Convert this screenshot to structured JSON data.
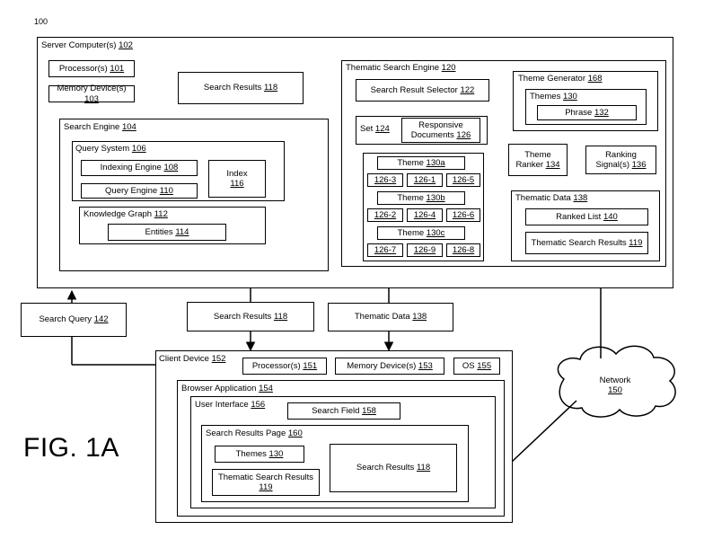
{
  "figure_ref": "100",
  "figure_label": "FIG. 1A",
  "server": {
    "title": "Server Computer(s)",
    "num": "102",
    "processor": {
      "text": "Processor(s)",
      "num": "101"
    },
    "memory": {
      "text": "Memory Device(s)",
      "num": "103"
    },
    "search_results": {
      "text": "Search Results",
      "num": "118"
    },
    "search_engine": {
      "title": "Search Engine",
      "num": "104",
      "query_system": {
        "title": "Query System",
        "num": "106",
        "indexing_engine": {
          "text": "Indexing Engine",
          "num": "108"
        },
        "query_engine": {
          "text": "Query Engine",
          "num": "110"
        },
        "index": {
          "text": "Index",
          "num": "116"
        }
      },
      "knowledge_graph": {
        "title": "Knowledge Graph",
        "num": "112",
        "entities": {
          "text": "Entities",
          "num": "114"
        }
      }
    },
    "thematic_engine": {
      "title": "Thematic Search Engine",
      "num": "120",
      "selector": {
        "text": "Search Result Selector",
        "num": "122"
      },
      "set": {
        "text": "Set",
        "num": "124"
      },
      "responsive": {
        "line1": "Responsive",
        "line2": "Documents",
        "num": "126"
      },
      "themes": [
        {
          "text": "Theme",
          "num": "130a",
          "docs": [
            "126-3",
            "126-1",
            "126-5"
          ]
        },
        {
          "text": "Theme",
          "num": "130b",
          "docs": [
            "126-2",
            "126-4",
            "126-6"
          ]
        },
        {
          "text": "Theme",
          "num": "130c",
          "docs": [
            "126-7",
            "126-9",
            "126-8"
          ]
        }
      ],
      "theme_generator": {
        "title": "Theme Generator",
        "num": "168",
        "themes_title": "Themes",
        "themes_num": "130",
        "phrase": {
          "text": "Phrase",
          "num": "132"
        }
      },
      "theme_ranker": {
        "line1": "Theme",
        "line2": "Ranker",
        "num": "134"
      },
      "ranking": {
        "line1": "Ranking",
        "line2": "Signal(s)",
        "num": "136"
      },
      "thematic_data": {
        "title": "Thematic Data",
        "num": "138",
        "ranked_list": {
          "text": "Ranked List",
          "num": "140"
        },
        "thematic_results": {
          "text": "Thematic Search Results",
          "num": "119"
        }
      }
    }
  },
  "search_query": {
    "text": "Search Query",
    "num": "142"
  },
  "mid_search_results": {
    "text": "Search Results",
    "num": "118"
  },
  "mid_thematic_data": {
    "text": "Thematic Data",
    "num": "138"
  },
  "network": {
    "text": "Network",
    "num": "150"
  },
  "client": {
    "title": "Client Device",
    "num": "152",
    "processor": {
      "text": "Processor(s)",
      "num": "151"
    },
    "memory": {
      "text": "Memory Device(s)",
      "num": "153"
    },
    "os": {
      "text": "OS",
      "num": "155"
    },
    "browser": {
      "title": "Browser Application",
      "num": "154",
      "ui": {
        "title": "User Interface",
        "num": "156",
        "search_field": {
          "text": "Search Field",
          "num": "158"
        },
        "results_page": {
          "title": "Search Results Page",
          "num": "160",
          "themes": {
            "text": "Themes",
            "num": "130"
          },
          "thematic_results": {
            "line1": "Thematic Search Results",
            "num": "119"
          },
          "search_results": {
            "text": "Search Results",
            "num": "118"
          }
        }
      }
    }
  }
}
